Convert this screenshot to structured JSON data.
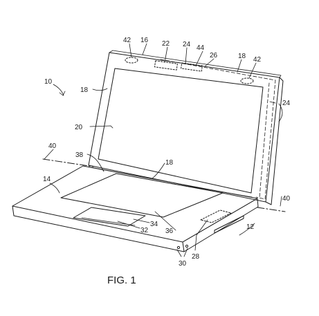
{
  "figure": {
    "caption": "FIG. 1",
    "labels": {
      "r10": "10",
      "r42a": "42",
      "r16": "16",
      "r22": "22",
      "r24a": "24",
      "r44": "44",
      "r26": "26",
      "r18a": "18",
      "r42b": "42",
      "r18b": "18",
      "r24b": "24",
      "r20": "20",
      "r40a": "40",
      "r38": "38",
      "r18c": "18",
      "r14": "14",
      "r40b": "40",
      "r34": "34",
      "r32": "32",
      "r36": "36",
      "r12": "12",
      "r28": "28",
      "r30": "30"
    }
  }
}
